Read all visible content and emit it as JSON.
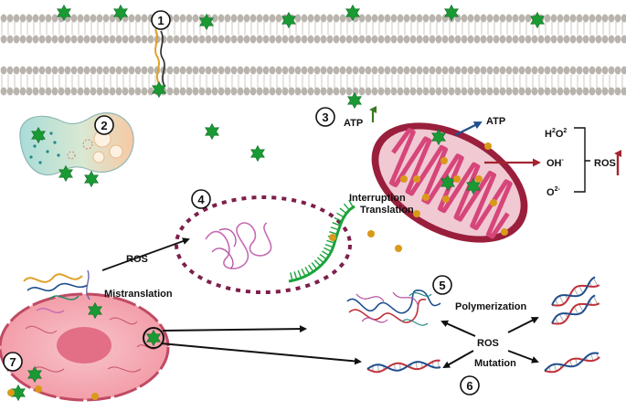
{
  "markers": {
    "m1": "1",
    "m2": "2",
    "m3": "3",
    "m4": "4",
    "m5": "5",
    "m6": "6",
    "m7": "7"
  },
  "labels": {
    "atp_membrane": "ATP",
    "atp_mito": "ATP",
    "interruption": "Interruption",
    "translation": "Translation",
    "ros_arrow": "ROS",
    "mistranslation": "Mistranslation",
    "polymerization": "Polymerization",
    "ros_center": "ROS",
    "mutation": "Mutation",
    "ros_species": "ROS"
  },
  "species": {
    "h2o2_a": "H",
    "h2o2_b": "2",
    "h2o2_c": "O",
    "h2o2_d": "2",
    "oh": "OH",
    "oh_sup": "-",
    "o2": "O",
    "o2_sup": "2-"
  },
  "colors": {
    "star": "#1a9a34",
    "membrane_head": "#b9b4ad",
    "mito_outer": "#9a1f3c",
    "mito_inner": "#d6467a",
    "dot": "#d99a1a",
    "arrow_blue": "#1f4e8c",
    "arrow_red": "#a32530",
    "arrow_green": "#3a7a22",
    "cell_fill": "#f6b0b8",
    "dashed": "#7d1f4c"
  }
}
